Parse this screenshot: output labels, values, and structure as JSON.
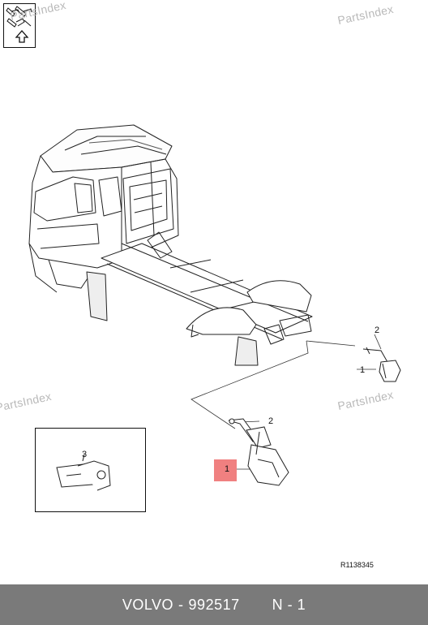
{
  "watermark": "PartsIndex",
  "callouts": {
    "label_1": "1",
    "label_2": "2",
    "label_3": "3"
  },
  "reference_code": "R1138345",
  "footer": {
    "brand": "VOLVO",
    "separator": "-",
    "part_number": "992517",
    "page": "N - 1"
  },
  "colors": {
    "highlight": "#f08080",
    "footer_bg": "#7a7a7a",
    "watermark": "#b9b9b9"
  },
  "icons": {
    "nav": "parts-navigation-icon"
  }
}
